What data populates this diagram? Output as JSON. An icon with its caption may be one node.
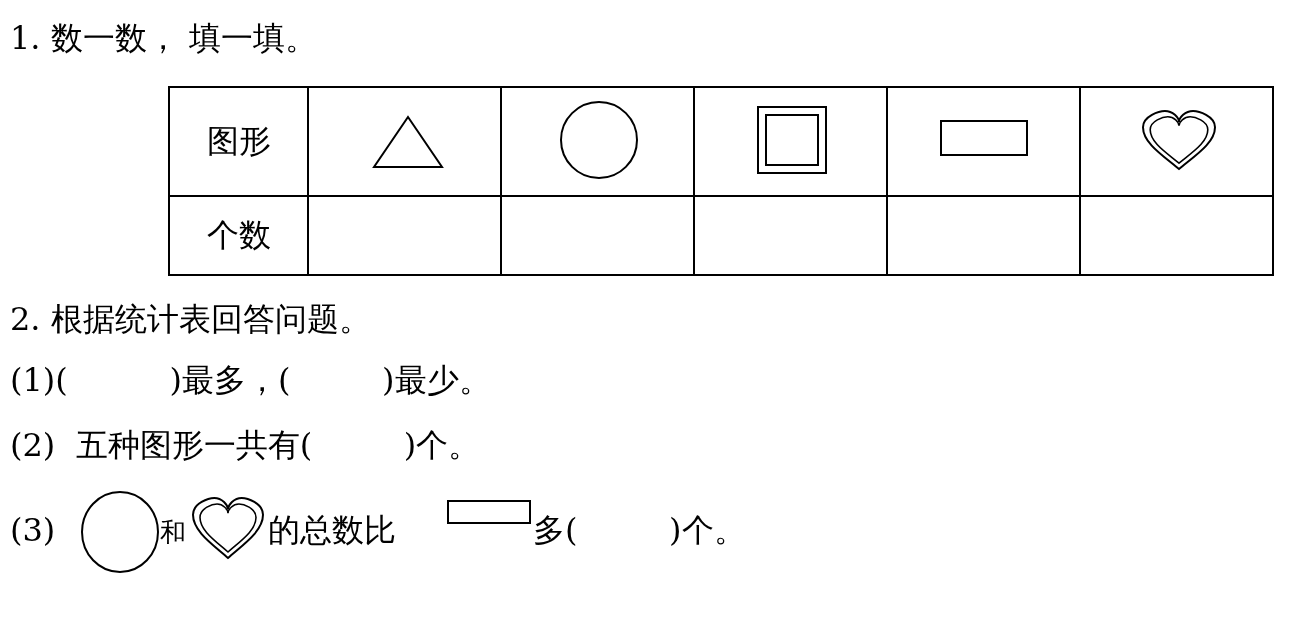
{
  "diagram": {
    "labels": [
      "1. 数一数， 填一填。",
      "图形",
      "个数",
      "2. 根据统计表回答问题。",
      "(1)(          )最多，(         )最少。",
      "(2)  五种图形一共有(         )个。",
      "(3)",
      "和",
      "的总数比",
      "多(         )个。"
    ]
  }
}
